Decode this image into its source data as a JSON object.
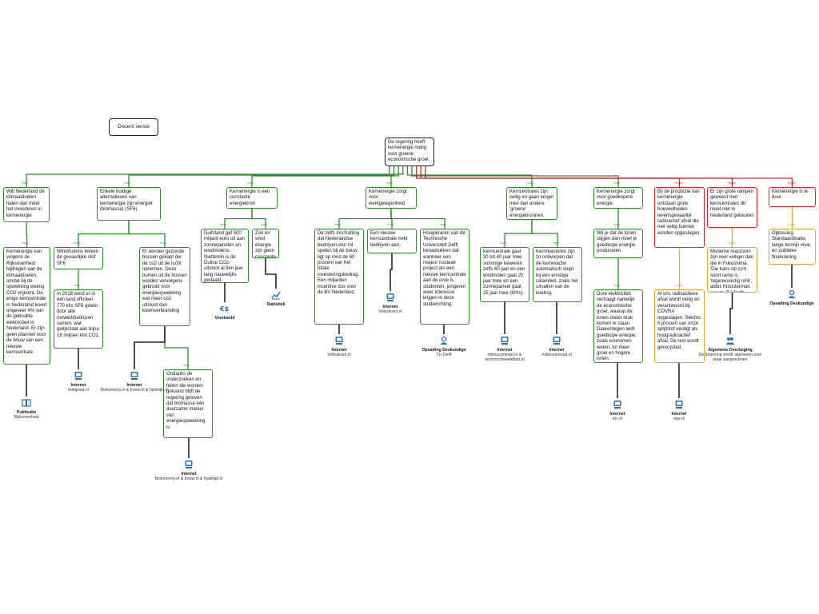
{
  "colors": {
    "pro": "#2e8b2e",
    "contra": "#d9242b",
    "rebuttal": "#f0a030",
    "source": "#222222"
  },
  "labels": {
    "pro": "Voor",
    "contra": "Tegen",
    "rebuttal": "Ontkr."
  },
  "title": "Docent versie",
  "root": "De regering heeft kernenergie nodig voor groene economische groei",
  "nodes": {
    "p1": "Wilt Nederland de klimaatdoelen halen dan moet het investeren in kernenergie",
    "p1a": "Kernenergie kan volgens de Rijksoverheid bijdragen aan de klimaatdoelen, omdat bij de opwekking weinig CO2 vrijkomt. De enige kerncentrale in Nederland levert ongeveer 4% van de gebruikte elektriciteit in Nederland. Er zijn geen plannen voor de bouw van een nieuwe kerncentrale.",
    "p2": "Enkele huidige alternatieven van kernenergie zijn energiet (biomassa) (SF6)",
    "p2a": "Windmolens lekken de gevaarlijke stof SF6",
    "p2a1": "In 2018 werd er in één land officieel 770 kilo SF6 gelekt door alle netwerkbedrijven samen, wat gelijkstaat aan bijna 18 miljoen kilo CO2.",
    "p2b": "Er worden gezonde bossen gekapt die de co2 uit de lucht opnemen. Deze bomen uit de bossen worden vervolgens gebruikt voor energieopwekking wat meer co2 uitstoot dan kolenverbranding",
    "p2b1": "Ondanks de onderzoeken en feiten die worden getoond blijft de regering geloven dat biomassa een duurzame manier van energieopwekking is",
    "p3": "Kernenergie is een constante energiebron",
    "p3a": "Duitsland gaf 500 miljard euro uit aan zonnepanelen en windmolens. Niettemin is de Duitse CO2-uitstoot al tien jaar lang nauwelijks gedaald.",
    "p3b": "Zon en wind energie zijn geen constante energiebron",
    "p4": "Kernenergie zorgt voor werkgelegenheid",
    "p4a": "De zelfs inschatting dat Nederlandse bedrijven een rol spelen bij de bouw ligt op rond de 60 procent van het totale investeringsbedrag. Een miljarden incentive dus voor de BV Nederland.",
    "p4b": "Een nieuwe kerncentrale trekt bedrijven aan.",
    "p4c": "Hoogleraren van de Technische Universiteit Delft benadrukken dat wanneer een majeur nucleair project als een nieuwe kerncentrale aan de orde is, studenten, jongeren weer interesse krijgen in deze studierichting.",
    "p5": "Kerncentrales zijn veilig en gaan langer mee dan andere 'groene' energiebronnen.",
    "p5a": "Kerncentrale gaat 30 tot 40 jaar mee sommige beweren zelfs 60 jaar en een windmolen gaat 20 jaar mee en een zonnepaneel gaat 25 jaar mee (80%).",
    "p5b": "Kernreactoren zijn zo ontworpen dat de kernreactie automatisch stopt bij een ernstige calamiteit, zoals het uitvallen van de koeling.",
    "p6": "Kernenergie zorgt voor goedkopere energie",
    "p6a": "Wil je dat de lonen stijgen dan moet je goedkope energie produceren.",
    "p6a1": "Dure elektriciteit vertraagt namelijk de economische groei, waarop de lonen onder druk komen te staan. Daarentegen leidt goedkope energie, zoals economen weten, tot meer groei en hogere lonen.",
    "c1": "Bij de productie van kernenergie ontstaan grote hoeveelheden levensgevaarlijk radioactief afval die niet veilig kunnen worden opgeslagen.",
    "c1r": "Al ons radioactieve afval wordt veilig en verantwoord bij COVRA opgeslagen. Slechts 5 procent van onze splijtstof eindigt als hoogradioactief afval. De rest wordt gerecycled.",
    "c2": "Er zijn grote rampen geweest met kerncentrales dit moet niet in Nederland gebeuren",
    "c2r": "Moderne reactoren zijn veel veiliger dan die in Fukushima. 'Die kans op zo'n soort ramp is 'tegenwoordig nihil', aldus Kloosterman van de TU Delft.",
    "c3": "Kernenergie is te duur",
    "c3r": "Oplossing: Standaardisatie, lange termijn visie en publieke financiering"
  },
  "sources": {
    "s_p1a": {
      "type": "Publicatie",
      "desc": "Rijksoverheid",
      "icon": "book-icon"
    },
    "s_p2a1": {
      "type": "Internet",
      "desc": "telegraaf.nl",
      "icon": "computer-icon"
    },
    "s_p2b": {
      "type": "Internet",
      "desc": "Biokonomy.nl & trouw.nl & hpdetijd.nl",
      "icon": "computer-icon"
    },
    "s_p2b1": {
      "type": "Internet",
      "desc": "Biokonomy.nl & trouw.nl & hpdetijd.nl",
      "icon": "computer-icon"
    },
    "s_p3a": {
      "type": "Voorbeeld",
      "desc": "",
      "icon": "example-icon"
    },
    "s_p3b": {
      "type": "Statistiek",
      "desc": "",
      "icon": "chart-icon"
    },
    "s_p4a": {
      "type": "Internet",
      "desc": "Volkskrant.nl",
      "icon": "computer-icon"
    },
    "s_p4b": {
      "type": "Internet",
      "desc": "Volkskrant.nl",
      "icon": "computer-icon"
    },
    "s_p4c": {
      "type": "Opvatting Deskundige",
      "desc": "TU Delft",
      "icon": "expert-icon"
    },
    "s_p5a": {
      "type": "Internet",
      "desc": "milieucentraal.nl & technischweekblad.nl",
      "icon": "computer-icon"
    },
    "s_p5b": {
      "type": "Internet",
      "desc": "milieucentraal.nl",
      "icon": "computer-icon"
    },
    "s_p6a1": {
      "type": "Internet",
      "desc": "nrc.nl",
      "icon": "computer-icon"
    },
    "s_c1r": {
      "type": "Internet",
      "desc": "epz.nl",
      "icon": "computer-icon"
    },
    "s_c2r": {
      "type": "Algemene Overtuiging",
      "desc": "De bewering wordt algemeen voor waar aangenomen",
      "icon": "people-icon"
    },
    "s_c3r": {
      "type": "Opvatting Deskundige",
      "desc": "",
      "icon": "expert-icon"
    }
  }
}
